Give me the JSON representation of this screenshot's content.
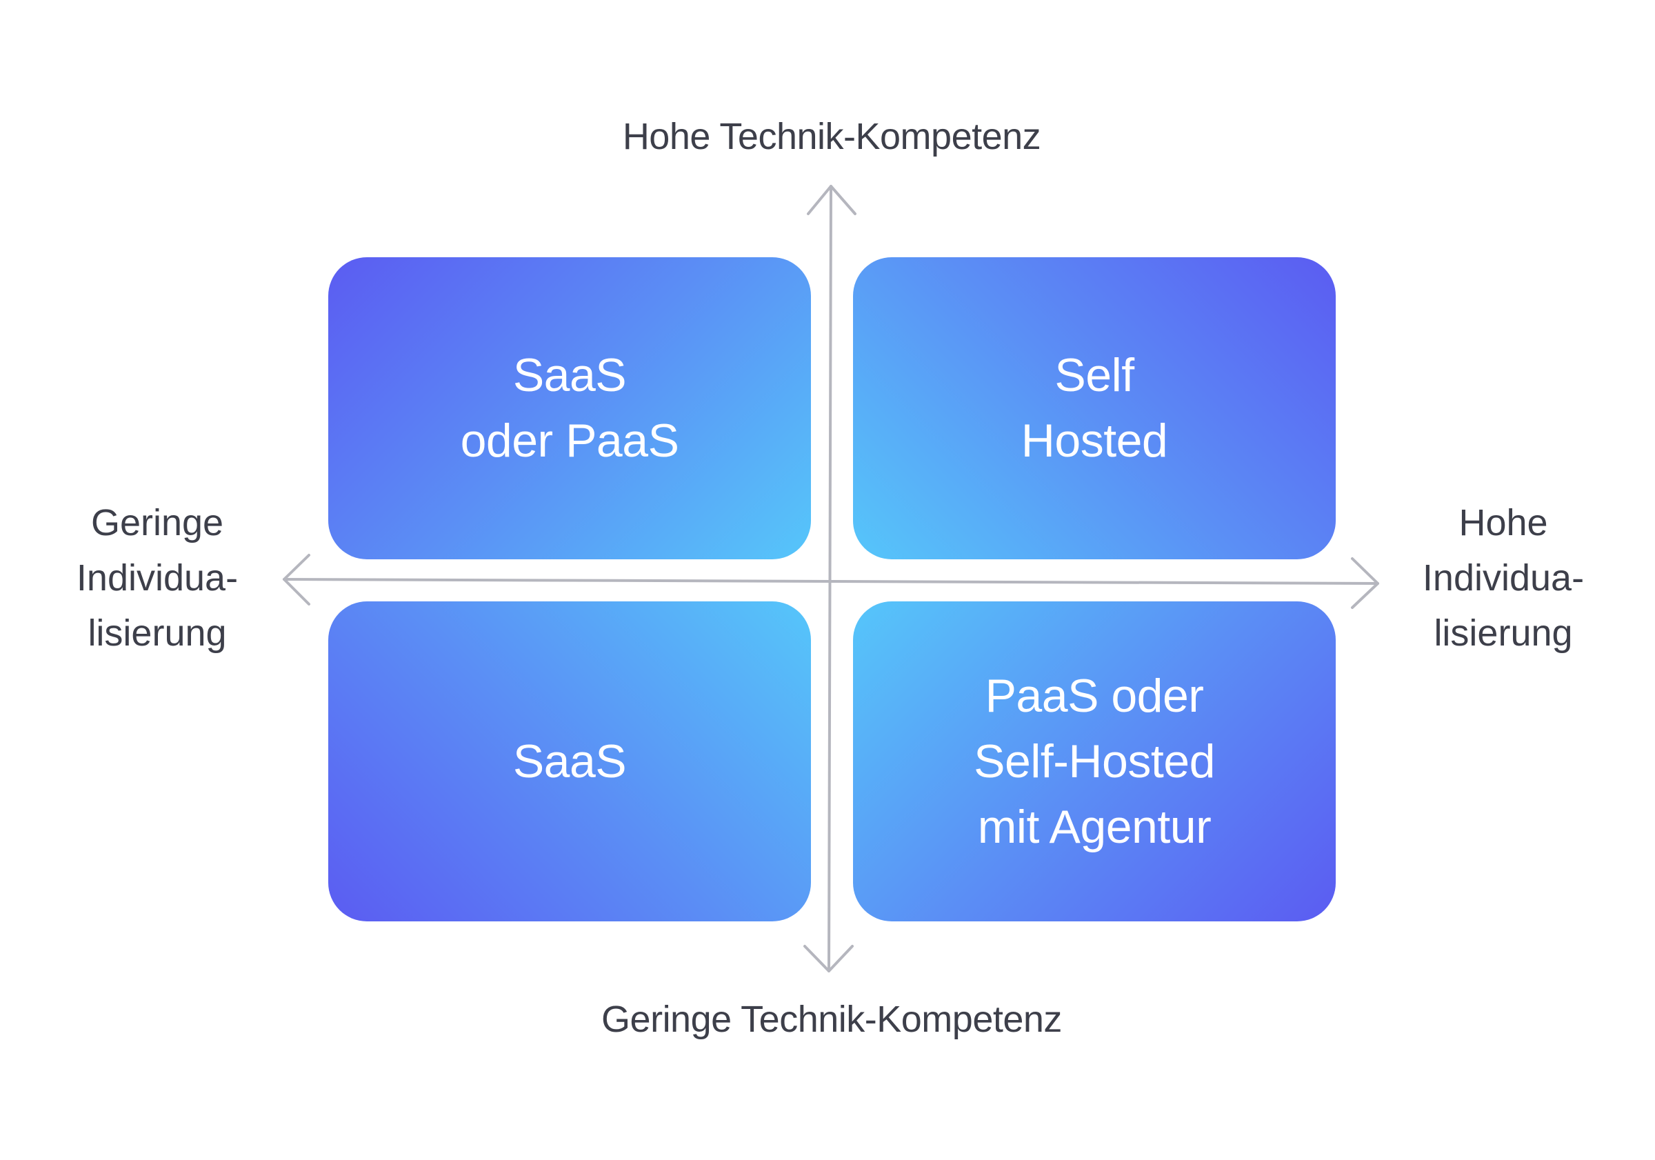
{
  "diagram": {
    "type": "quadrant-matrix",
    "colors": {
      "gradient_violet": "#5b5cf2",
      "gradient_mid": "#5b8ff5",
      "gradient_cyan": "#56c6fa",
      "axis": "#b5b6be",
      "label_text": "#3d3f4a",
      "box_text": "#ffffff"
    },
    "axes": {
      "vertical": {
        "top_label": "Hohe Technik-Kompetenz",
        "bottom_label": "Geringe Technik-Kompetenz"
      },
      "horizontal": {
        "left_label_lines": [
          "Geringe",
          "Individua-",
          "lisierung"
        ],
        "right_label_lines": [
          "Hohe",
          "Individua-",
          "lisierung"
        ]
      }
    },
    "quadrants": {
      "top_left": {
        "lines": [
          "SaaS",
          "oder PaaS"
        ]
      },
      "top_right": {
        "lines": [
          "Self",
          "Hosted"
        ]
      },
      "bottom_left": {
        "lines": [
          "SaaS"
        ]
      },
      "bottom_right": {
        "lines": [
          "PaaS oder",
          "Self-Hosted",
          "mit Agentur"
        ]
      }
    }
  }
}
